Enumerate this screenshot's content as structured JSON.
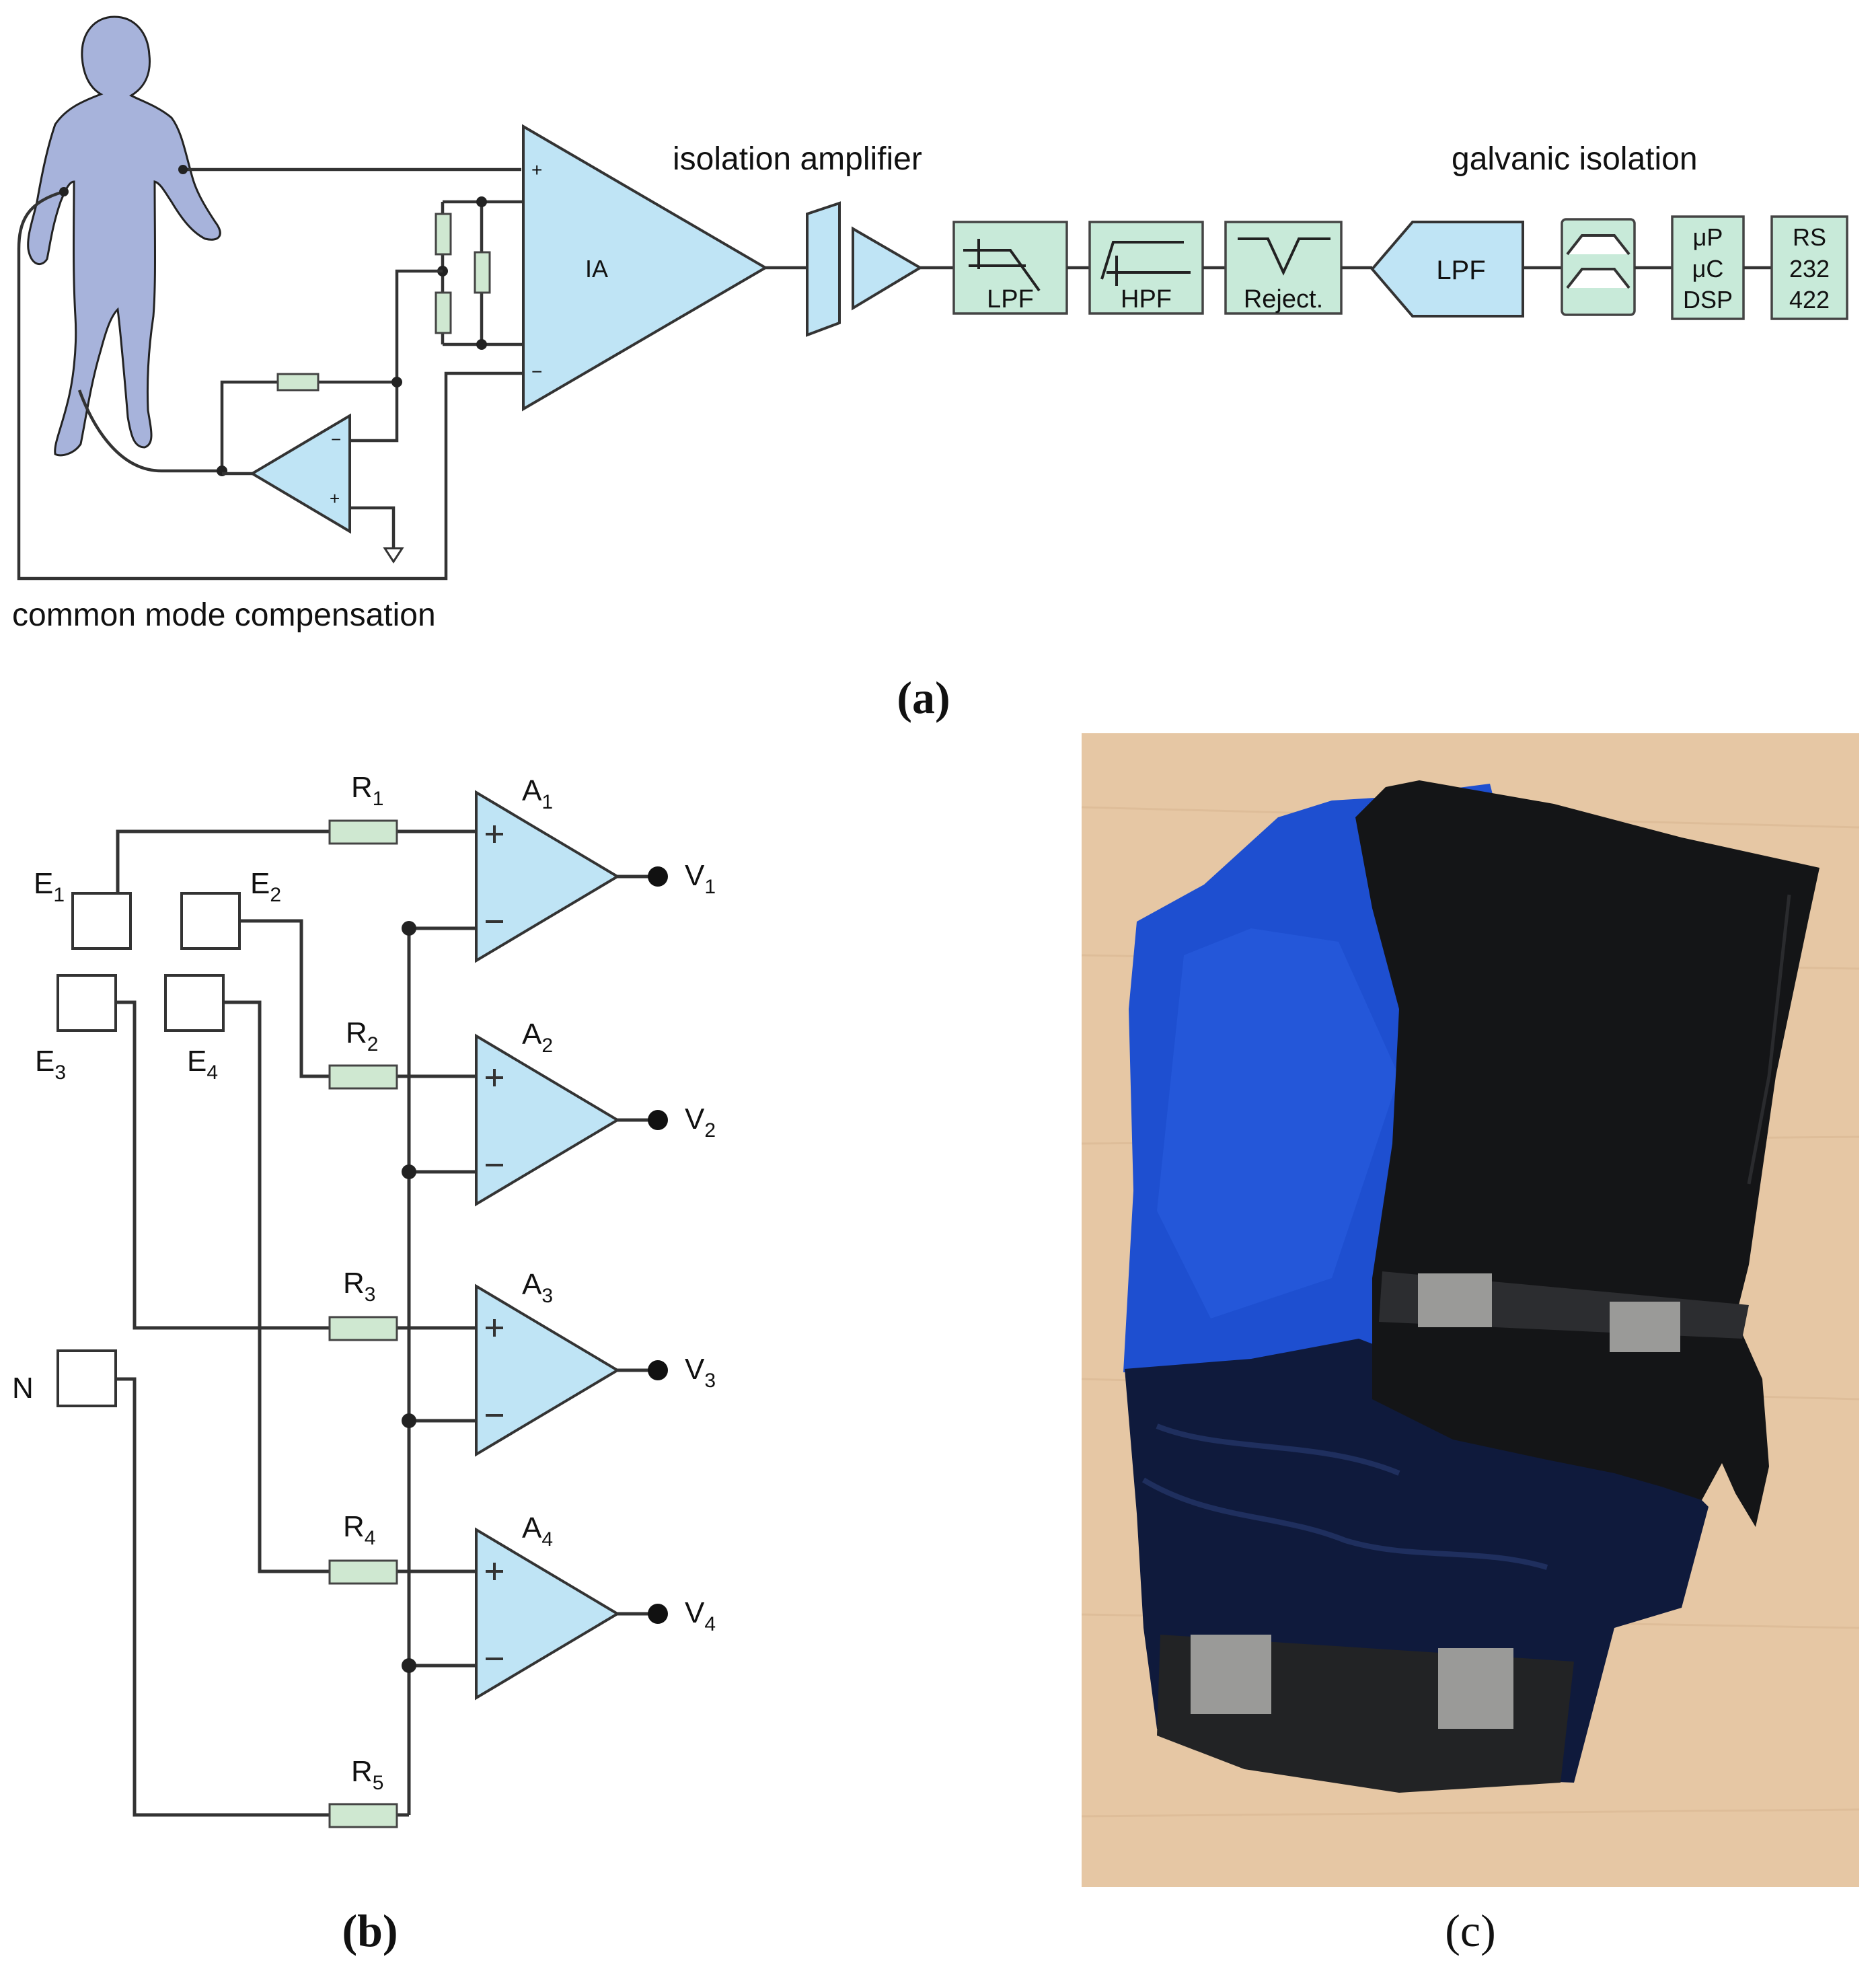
{
  "panel_a": {
    "caption": "(a)",
    "isolation_amplifier_label": "isolation amplifier",
    "galvanic_isolation_label": "galvanic isolation",
    "common_mode_label": "common mode compensation",
    "ia_label": "IA",
    "plus": "+",
    "minus": "−",
    "blocks": {
      "lpf1": "LPF",
      "hpf": "HPF",
      "reject": "Reject.",
      "lpf2": "LPF",
      "proc_1": "μP",
      "proc_2": "μC",
      "proc_3": "DSP",
      "rs_1": "RS",
      "rs_2": "232",
      "rs_3": "422"
    }
  },
  "panel_b": {
    "caption": "(b)",
    "resistors": [
      "R",
      "R",
      "R",
      "R",
      "R"
    ],
    "resistor_subs": [
      "1",
      "2",
      "3",
      "4",
      "5"
    ],
    "amps": [
      "A",
      "A",
      "A",
      "A"
    ],
    "amp_subs": [
      "1",
      "2",
      "3",
      "4"
    ],
    "outputs": [
      "V",
      "V",
      "V",
      "V"
    ],
    "output_subs": [
      "1",
      "2",
      "3",
      "4"
    ],
    "electrodes": [
      "E",
      "E",
      "E",
      "E"
    ],
    "electrode_subs": [
      "1",
      "2",
      "3",
      "4"
    ],
    "neutral": "N"
  },
  "panel_c": {
    "caption": "(c)",
    "colors": {
      "table": "#e6c7a4",
      "blue_shirt": "#1e4fd0",
      "black_shirt": "#141517",
      "navy_shorts": "#0f1a3c",
      "band": "#222325",
      "electrode_pad": "#9a9a98"
    }
  }
}
